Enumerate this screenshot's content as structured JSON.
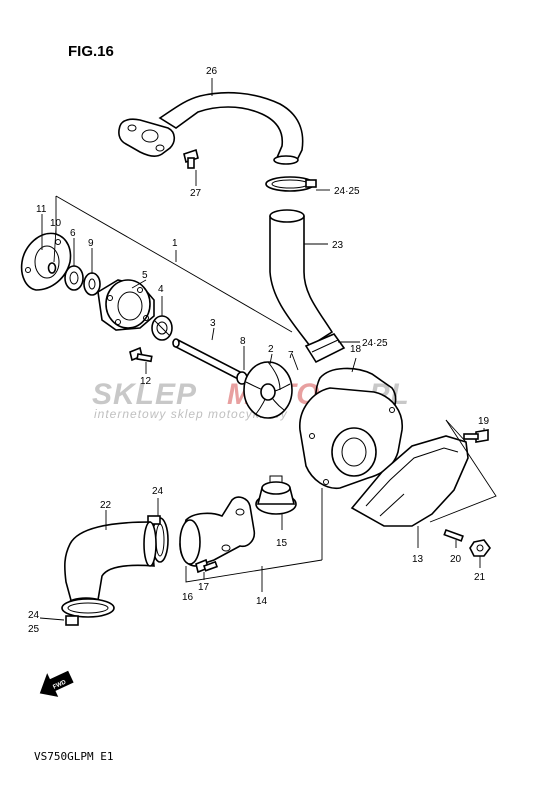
{
  "figure_title": "FIG.16",
  "model_code": "VS750GLPM E1",
  "watermark": {
    "brand_grey_1": "SKLEP",
    "brand_red": "MOTO",
    "brand_grey_2": ".PL",
    "tagline": "internetowy sklep motocyklowy"
  },
  "fwd_label": "FWD",
  "parts": {
    "p1": "1",
    "p2": "2",
    "p3": "3",
    "p4": "4",
    "p5": "5",
    "p6": "6",
    "p7": "7",
    "p8": "8",
    "p9": "9",
    "p10": "10",
    "p11": "11",
    "p12": "12",
    "p13": "13",
    "p14": "14",
    "p15": "15",
    "p16": "16",
    "p17": "17",
    "p18": "18",
    "p19": "19",
    "p20": "20",
    "p21": "21",
    "p22": "22",
    "p23": "23",
    "p24_top": "24·25",
    "p24_mid": "24·25",
    "p24_right": "24",
    "p24_bl": "24",
    "p25_bl": "25",
    "p26": "26",
    "p27": "27"
  }
}
